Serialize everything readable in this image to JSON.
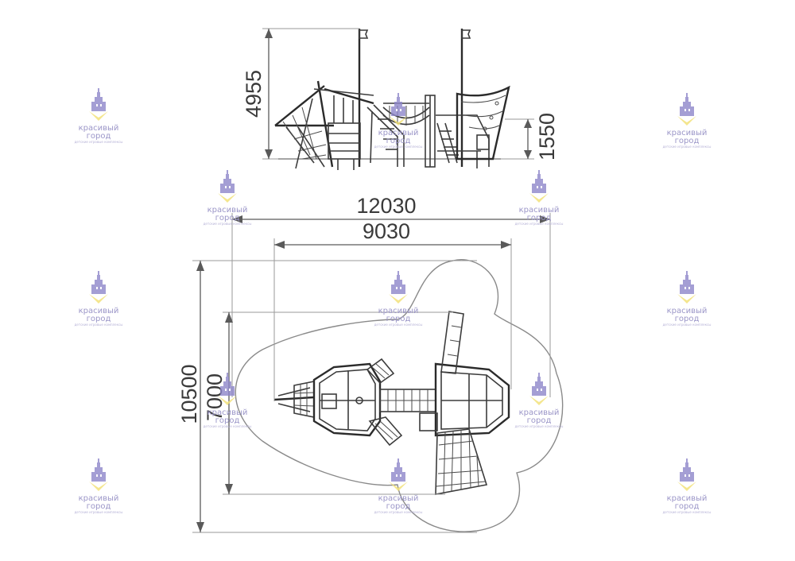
{
  "dimensions": {
    "side_height": "4955",
    "platform_height": "1550",
    "overall_length": "12030",
    "structure_length": "9030",
    "overall_width": "10500",
    "structure_width": "7000"
  },
  "watermark": {
    "brand_line1": "красивый",
    "brand_line2": "город",
    "tagline": "детские игровые комплексы",
    "logo_color": "#8d86c9",
    "accent_color": "#f2e27a"
  },
  "colors": {
    "line": "#3c3c3c",
    "dimension": "#5a5a5a",
    "zone_outline": "#8a8a8a"
  }
}
